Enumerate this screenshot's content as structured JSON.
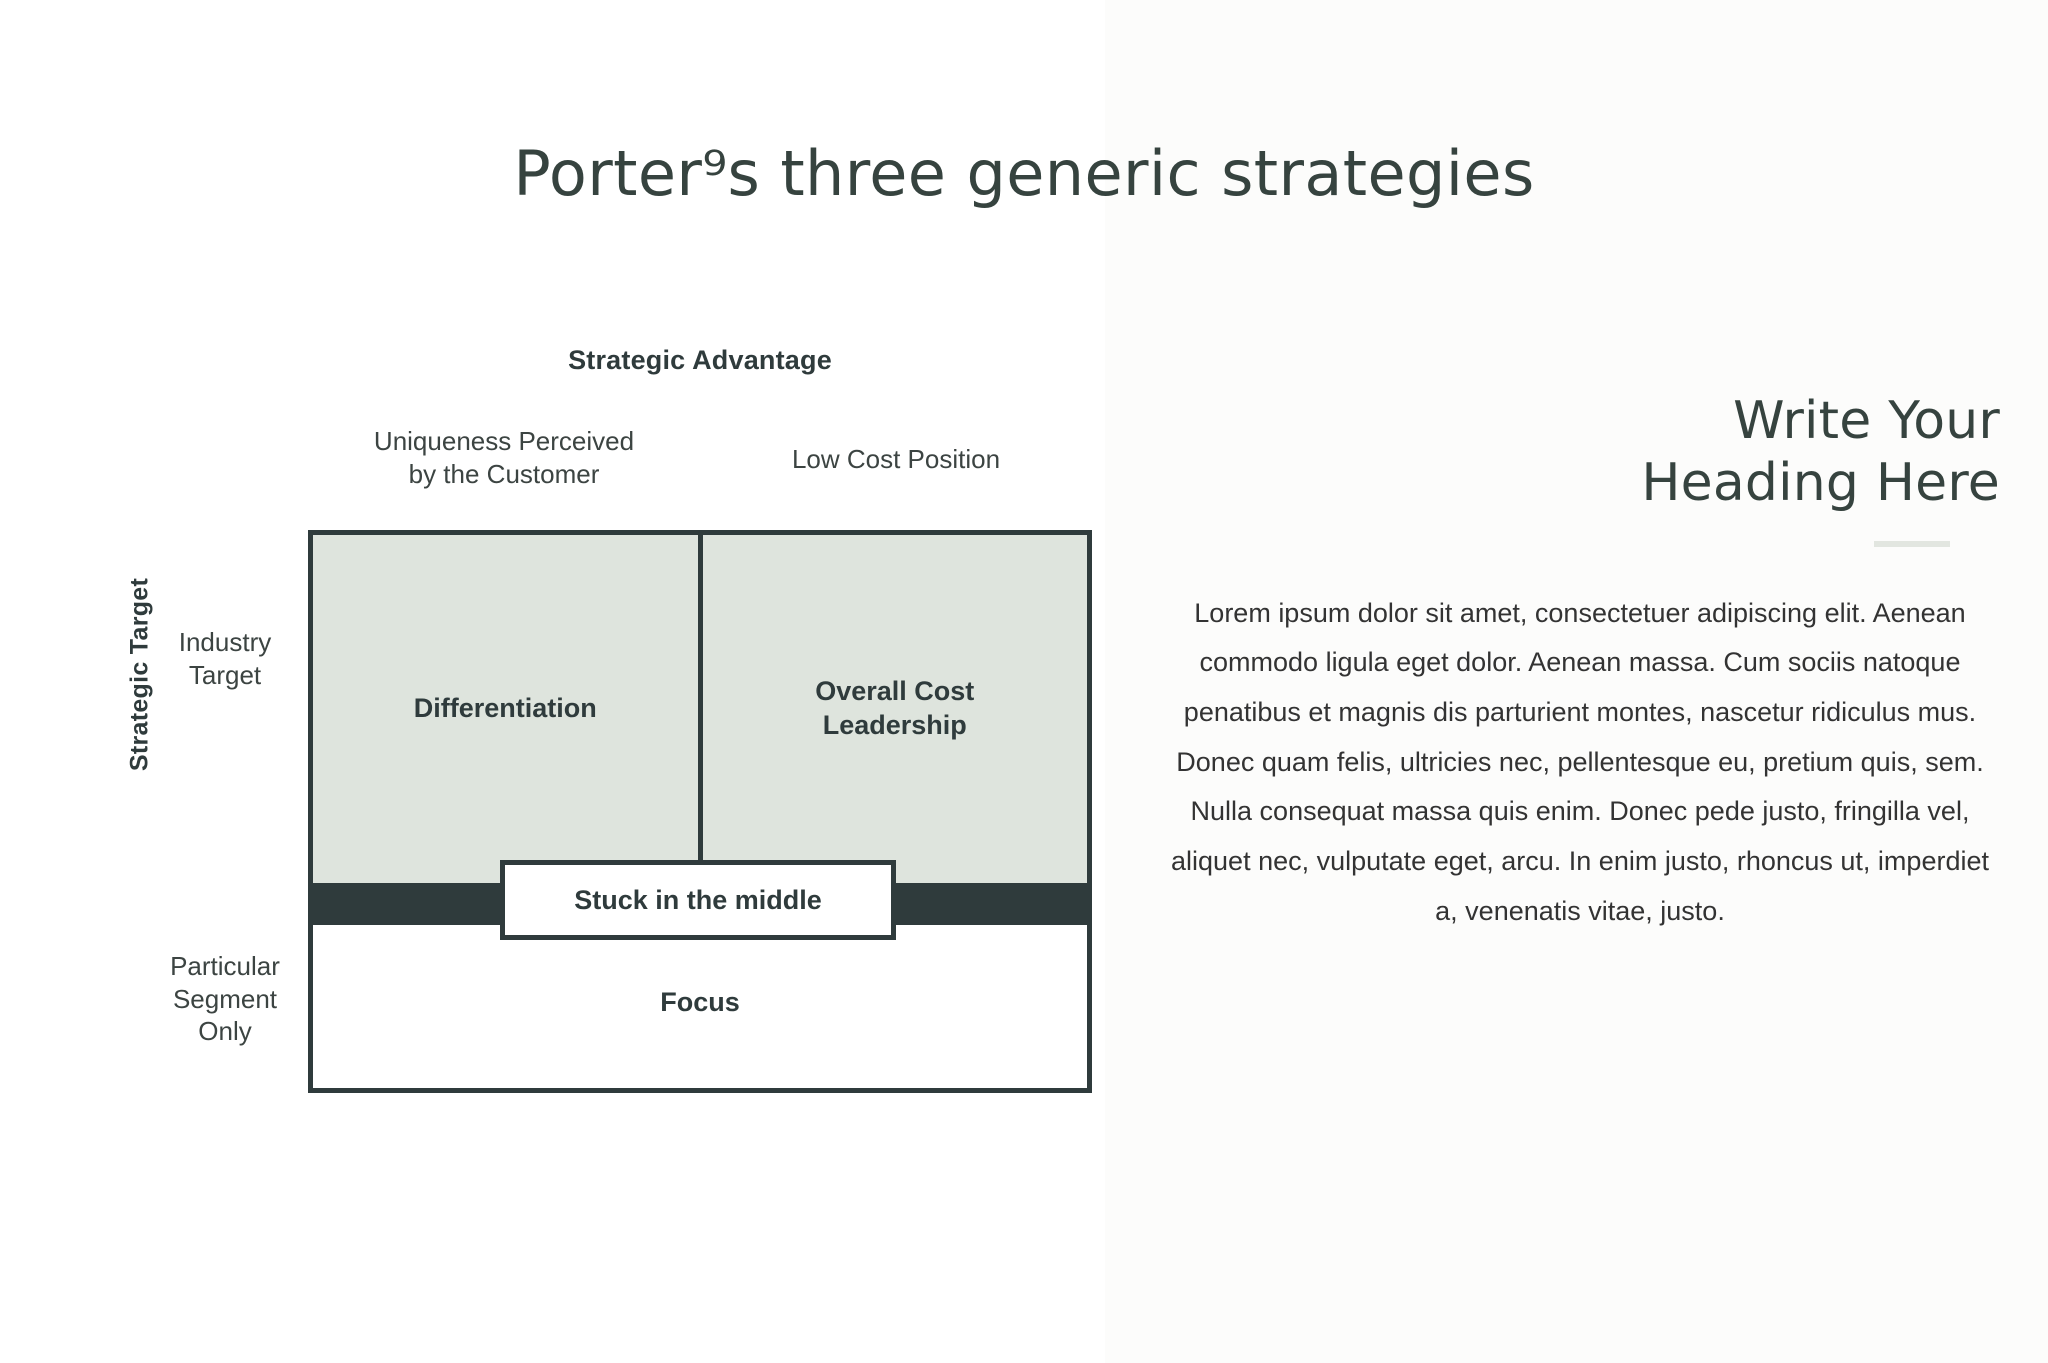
{
  "slide": {
    "title": "Porter⁹s three generic strategies",
    "background_color": "#ffffff",
    "panel_color": "#fcfcfb",
    "accent_dark": "#2f3b3c",
    "accent_fill": "#dee4dd",
    "divider_color": "#e2e6e0"
  },
  "diagram": {
    "x_axis_title": "Strategic Advantage",
    "y_axis_title": "Strategic Target",
    "columns": [
      {
        "label": "Uniqueness Perceived\nby the Customer"
      },
      {
        "label": "Low Cost Position"
      }
    ],
    "column_labels": {
      "left": "Uniqueness Perceived by the Customer",
      "left_line1": "Uniqueness Perceived",
      "left_line2": "by the Customer",
      "right": "Low Cost Position"
    },
    "rows": {
      "top_line1": "Industry",
      "top_line2": "Target",
      "bottom_line1": "Particular",
      "bottom_line2": "Segment",
      "bottom_line3": "Only"
    },
    "cells": {
      "differentiation": "Differentiation",
      "cost_leadership_line1": "Overall Cost",
      "cost_leadership_line2": "Leadership",
      "focus": "Focus"
    },
    "overlay_box": "Stuck in the middle"
  },
  "right": {
    "heading_line1": "Write Your",
    "heading_line2": "Heading Here",
    "body": "Lorem ipsum dolor sit amet, consectetuer adipiscing elit. Aenean commodo ligula eget dolor. Aenean massa. Cum sociis natoque penatibus et magnis dis parturient montes, nascetur ridiculus mus. Donec quam felis, ultricies nec, pellentesque eu, pretium quis, sem. Nulla consequat massa quis enim. Donec pede justo, fringilla vel, aliquet nec, vulputate eget, arcu. In enim justo, rhoncus ut, imperdiet a, venenatis vitae, justo."
  }
}
